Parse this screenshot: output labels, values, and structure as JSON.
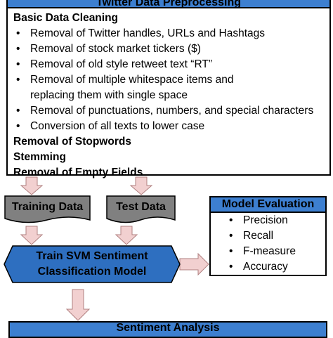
{
  "preprocessing": {
    "title": "Twitter Data Preprocessing",
    "section_title": "Basic Data Cleaning",
    "bullets": [
      "Removal of Twitter handles, URLs and Hashtags",
      "Removal of stock market tickers ($)",
      "Removal of old style retweet text “RT”",
      "Removal of multiple whitespace items and",
      "Removal of punctuations, numbers, and special characters",
      "Conversion of all texts to lower case"
    ],
    "bullet_continuation": "replacing them with single space",
    "steps": [
      "Removal of Stopwords",
      "Stemming",
      "Removal of Empty Fields"
    ]
  },
  "training_data": "Training Data",
  "test_data": "Test Data",
  "train_model": {
    "line1": "Train SVM Sentiment",
    "line2": "Classification Model"
  },
  "evaluation": {
    "title": "Model Evaluation",
    "items": [
      "Precision",
      "Recall",
      "F-measure",
      "Accuracy"
    ]
  },
  "sentiment": "Sentiment Analysis",
  "colors": {
    "blue": "#2e6fc0",
    "gray": "#808080",
    "arrow": "#f2d0d0",
    "arrow_border": "#b08080"
  }
}
